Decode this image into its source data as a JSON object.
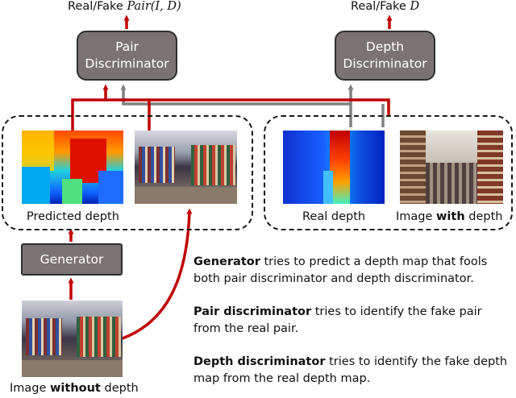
{
  "top_labels": {
    "pair": {
      "prefix": "Real/Fake",
      "math": "Pair(I, D)"
    },
    "depth": {
      "prefix": "Real/Fake",
      "math": "D"
    }
  },
  "boxes": {
    "pair_discriminator": "Pair\nDiscriminator",
    "depth_discriminator": "Depth\nDiscriminator",
    "generator": "Generator"
  },
  "panels": {
    "predicted_depth": "Predicted depth",
    "real_depth": "Real depth",
    "image_with_depth": {
      "prefix": "Image ",
      "bold": "with",
      "suffix": " depth"
    },
    "image_without_depth": {
      "prefix": "Image ",
      "bold": "without",
      "suffix": " depth"
    }
  },
  "descriptions": [
    {
      "bold": "Generator",
      "text": " tries to predict a depth map that fools both pair discriminator and depth discriminator."
    },
    {
      "bold": "Pair discriminator",
      "text": " tries to identify the fake pair from the real pair."
    },
    {
      "bold": "Depth discriminator",
      "text": " tries to identify the fake depth map from the real depth map."
    }
  ],
  "colors": {
    "red_arrow": "#c00000",
    "gray_arrow": "#808080",
    "box_fill": "#7b7373"
  }
}
